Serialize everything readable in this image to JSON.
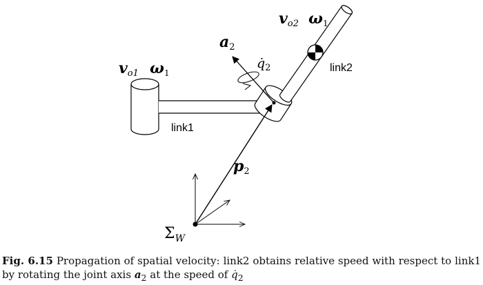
{
  "diagram": {
    "labels": {
      "v_o1": "v",
      "v_o1_sub": "o1",
      "omega_1_left": "ω",
      "omega_1_left_sub": "1",
      "v_o2": "v",
      "v_o2_sub": "o2",
      "omega_1_right": "ω",
      "omega_1_right_sub": "1",
      "a2": "a",
      "a2_sub": "2",
      "qdot": "q̇",
      "qdot_sub": "2",
      "link1": "link1",
      "link2": "link2",
      "p2": "p",
      "p2_sub": "2",
      "sigma": "Σ",
      "sigma_sub": "W"
    },
    "icons": [
      "center-of-mass-icon",
      "rotation-arrow-icon",
      "coordinate-frame-icon"
    ]
  },
  "caption": {
    "label": "Fig. 6.15",
    "text_1": " Propagation of spatial velocity: link2 obtains relative speed with respect to link1 by rotating the joint axis ",
    "axis": "a",
    "axis_sub": "2",
    "text_2": " at the speed of ",
    "speed": "q̇",
    "speed_sub": "2"
  }
}
